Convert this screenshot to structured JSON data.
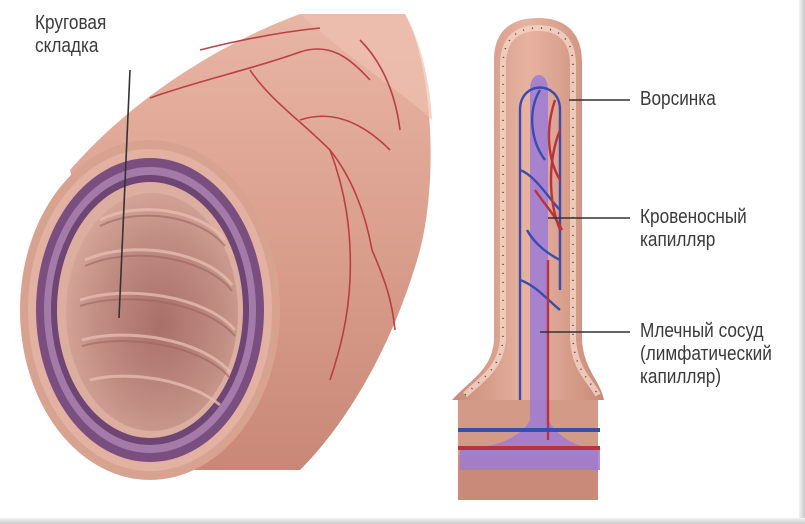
{
  "labels": {
    "circular_fold_line1": "Круговая",
    "circular_fold_line2": "складка",
    "villus": "Ворсинка",
    "blood_capillary_line1": "Кровеносный",
    "blood_capillary_line2": "капилляр",
    "lacteal_line1": "Млечный сосуд",
    "lacteal_line2": "(лимфатический",
    "lacteal_line3": "капилляр)"
  },
  "colors": {
    "tissue": "#dba292",
    "tissue_dark": "#c47f70",
    "wall_band": "#8a5a8c",
    "lumen": "#c9968a",
    "vein": "#3b4bb0",
    "artery": "#b8333a",
    "lymph": "#9c7ad6",
    "pointer": "#333333"
  }
}
